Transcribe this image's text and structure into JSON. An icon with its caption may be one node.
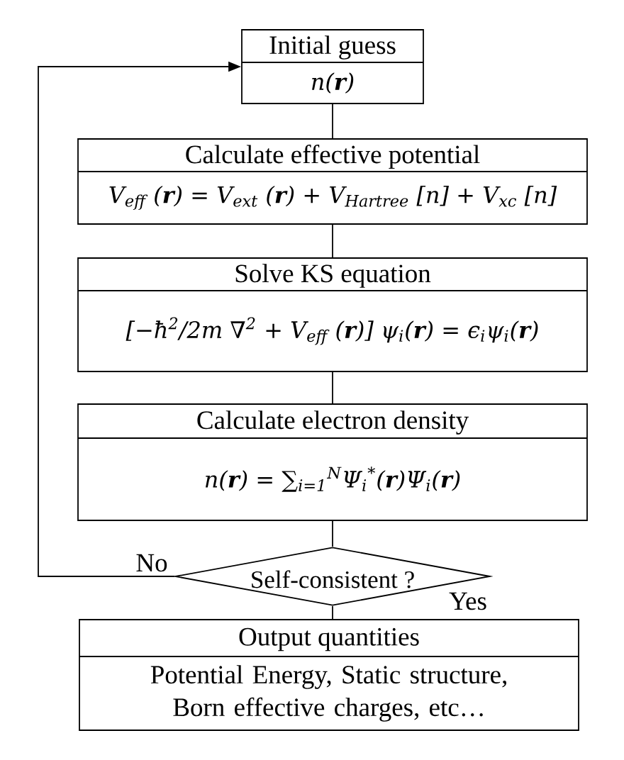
{
  "diagram": {
    "nodes": [
      {
        "text": [
          "Initial guess",
          "n(**r**)"
        ]
      },
      {
        "text": [
          "Calculate effective potential",
          "V$_{eff}$ (**r**) = V$_{ext}$ (**r**) + V$_{Hartree}$ [n] + V$_{xc}$ [n]"
        ]
      },
      {
        "text": [
          "Solve KS equation",
          "[−ħ$^{2}$/2m ∇$^{2}$ + V$_{eff}$ (**r**)] ψ$_{i}$(**r**) = ϵ$_{i}$ψ$_{i}$(**r**)"
        ]
      },
      {
        "text": [
          "Calculate electron density",
          "n(**r**) = ∑$_{i=1}$$^{N}$Ψ$_{i}$$^{*}$(**r**)Ψ$_{i}$(**r**)"
        ]
      },
      {
        "text": [
          "Self-consistent ?"
        ]
      },
      {
        "text": [
          "Output quantities",
          "Potential Energy, Static structure, Born effective charges, etc…"
        ]
      }
    ],
    "edges": [
      {
        "from": 0,
        "to": 1,
        "arrow": "none"
      },
      {
        "from": 1,
        "to": 2,
        "arrow": "none"
      },
      {
        "from": 2,
        "to": 3,
        "arrow": "none"
      },
      {
        "from": 3,
        "to": 4,
        "arrow": "none"
      },
      {
        "from": 4,
        "to": 5,
        "arrow": "none",
        "label": "Yes"
      },
      {
        "from": 4,
        "to": 0,
        "arrow": "to",
        "label": "No"
      }
    ]
  }
}
